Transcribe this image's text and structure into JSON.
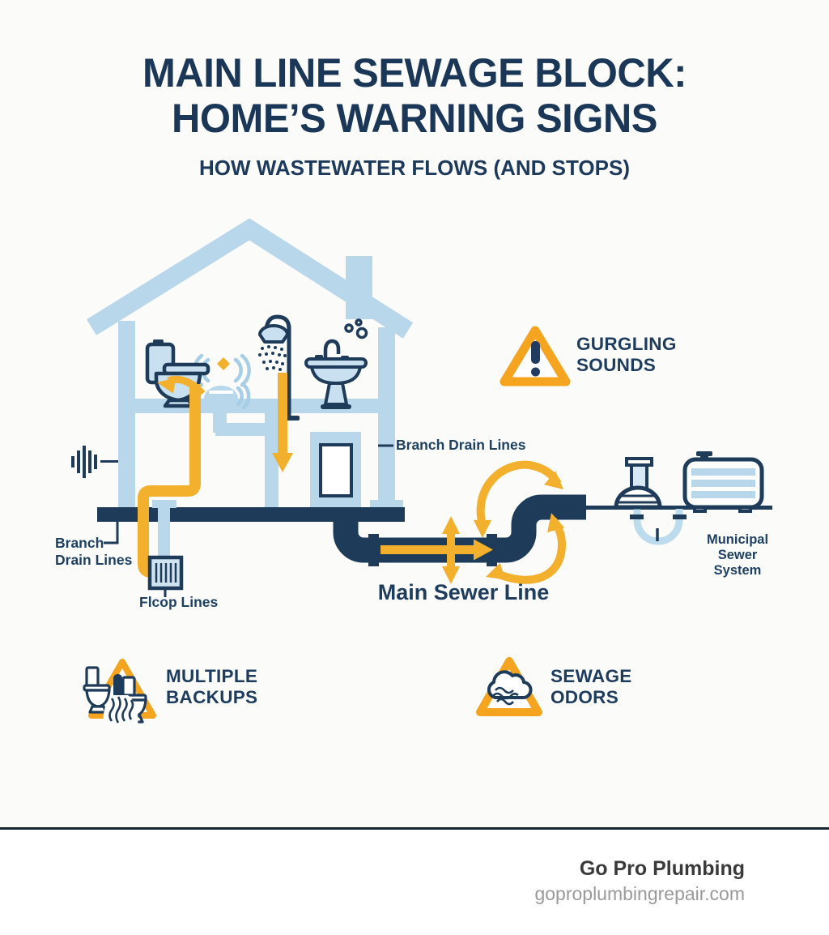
{
  "header": {
    "title_line1": "MAIN LINE SEWAGE BLOCK:",
    "title_line2": "HOME’S WARNING SIGNS",
    "subtitle": "HOW WASTEWATER FLOWS (AND STOPS)"
  },
  "diagram": {
    "labels": {
      "branch_right": "Branch Drain Lines",
      "branch_left_line1": "Branch",
      "branch_left_line2": "Drain Lines",
      "floor_lines": "Flcop Lines",
      "main_sewer": "Main Sewer Line",
      "municipal_line1": "Municipal",
      "municipal_line2": "Sewer",
      "municipal_line3": "System"
    },
    "icons": [
      "house-icon",
      "toilet-icon",
      "drain-sound-icon",
      "shower-icon",
      "sink-icon",
      "floor-drain-icon",
      "sound-wave-icon",
      "manhole-vent-icon",
      "sewer-tank-icon",
      "u-trap-icon"
    ]
  },
  "warnings": [
    {
      "icon": "warning-exclamation-icon",
      "line1": "GURGLING",
      "line2": "SOUNDS"
    },
    {
      "icon": "overflowing-toilets-icon",
      "line1": "MULTIPLE",
      "line2": "BACKUPS"
    },
    {
      "icon": "odor-cloud-icon",
      "line1": "SEWAGE",
      "line2": "ODORS"
    }
  ],
  "footer": {
    "brand": "Go Pro Plumbing",
    "website": "goproplumbingrepair.com"
  },
  "colors": {
    "navy": "#1e3b59",
    "light_blue": "#b9d7ea",
    "pale_blue": "#c9e0f0",
    "wave_blue": "#a6cfe7",
    "yellow": "#f2b02c",
    "orange": "#f5a41f",
    "title_navy": "#1b3758",
    "footer_gray": "#9a9a9a"
  }
}
